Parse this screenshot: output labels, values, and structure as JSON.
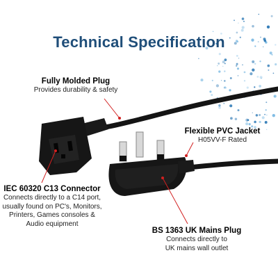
{
  "title": "Technical Specification",
  "callouts": {
    "molded_plug": {
      "heading": "Fully Molded Plug",
      "lines": [
        "Provides durability & safety"
      ]
    },
    "pvc_jacket": {
      "heading": "Flexible PVC Jacket",
      "lines": [
        "H05VV-F Rated"
      ]
    },
    "iec_connector": {
      "heading": "IEC 60320 C13 Connector",
      "lines": [
        "Connects directly to a C14 port,",
        "usually found on PC's, Monitors,",
        "Printers, Games consoles &",
        "Audio equipment"
      ]
    },
    "uk_plug": {
      "heading": "BS 1363 UK Mains Plug",
      "lines": [
        "Connects directly to",
        "UK mains wall outlet"
      ]
    }
  },
  "colors": {
    "title": "#1f4e79",
    "callout_line": "#d22020",
    "cable": "#141414",
    "decor": "#1e6fb0"
  }
}
